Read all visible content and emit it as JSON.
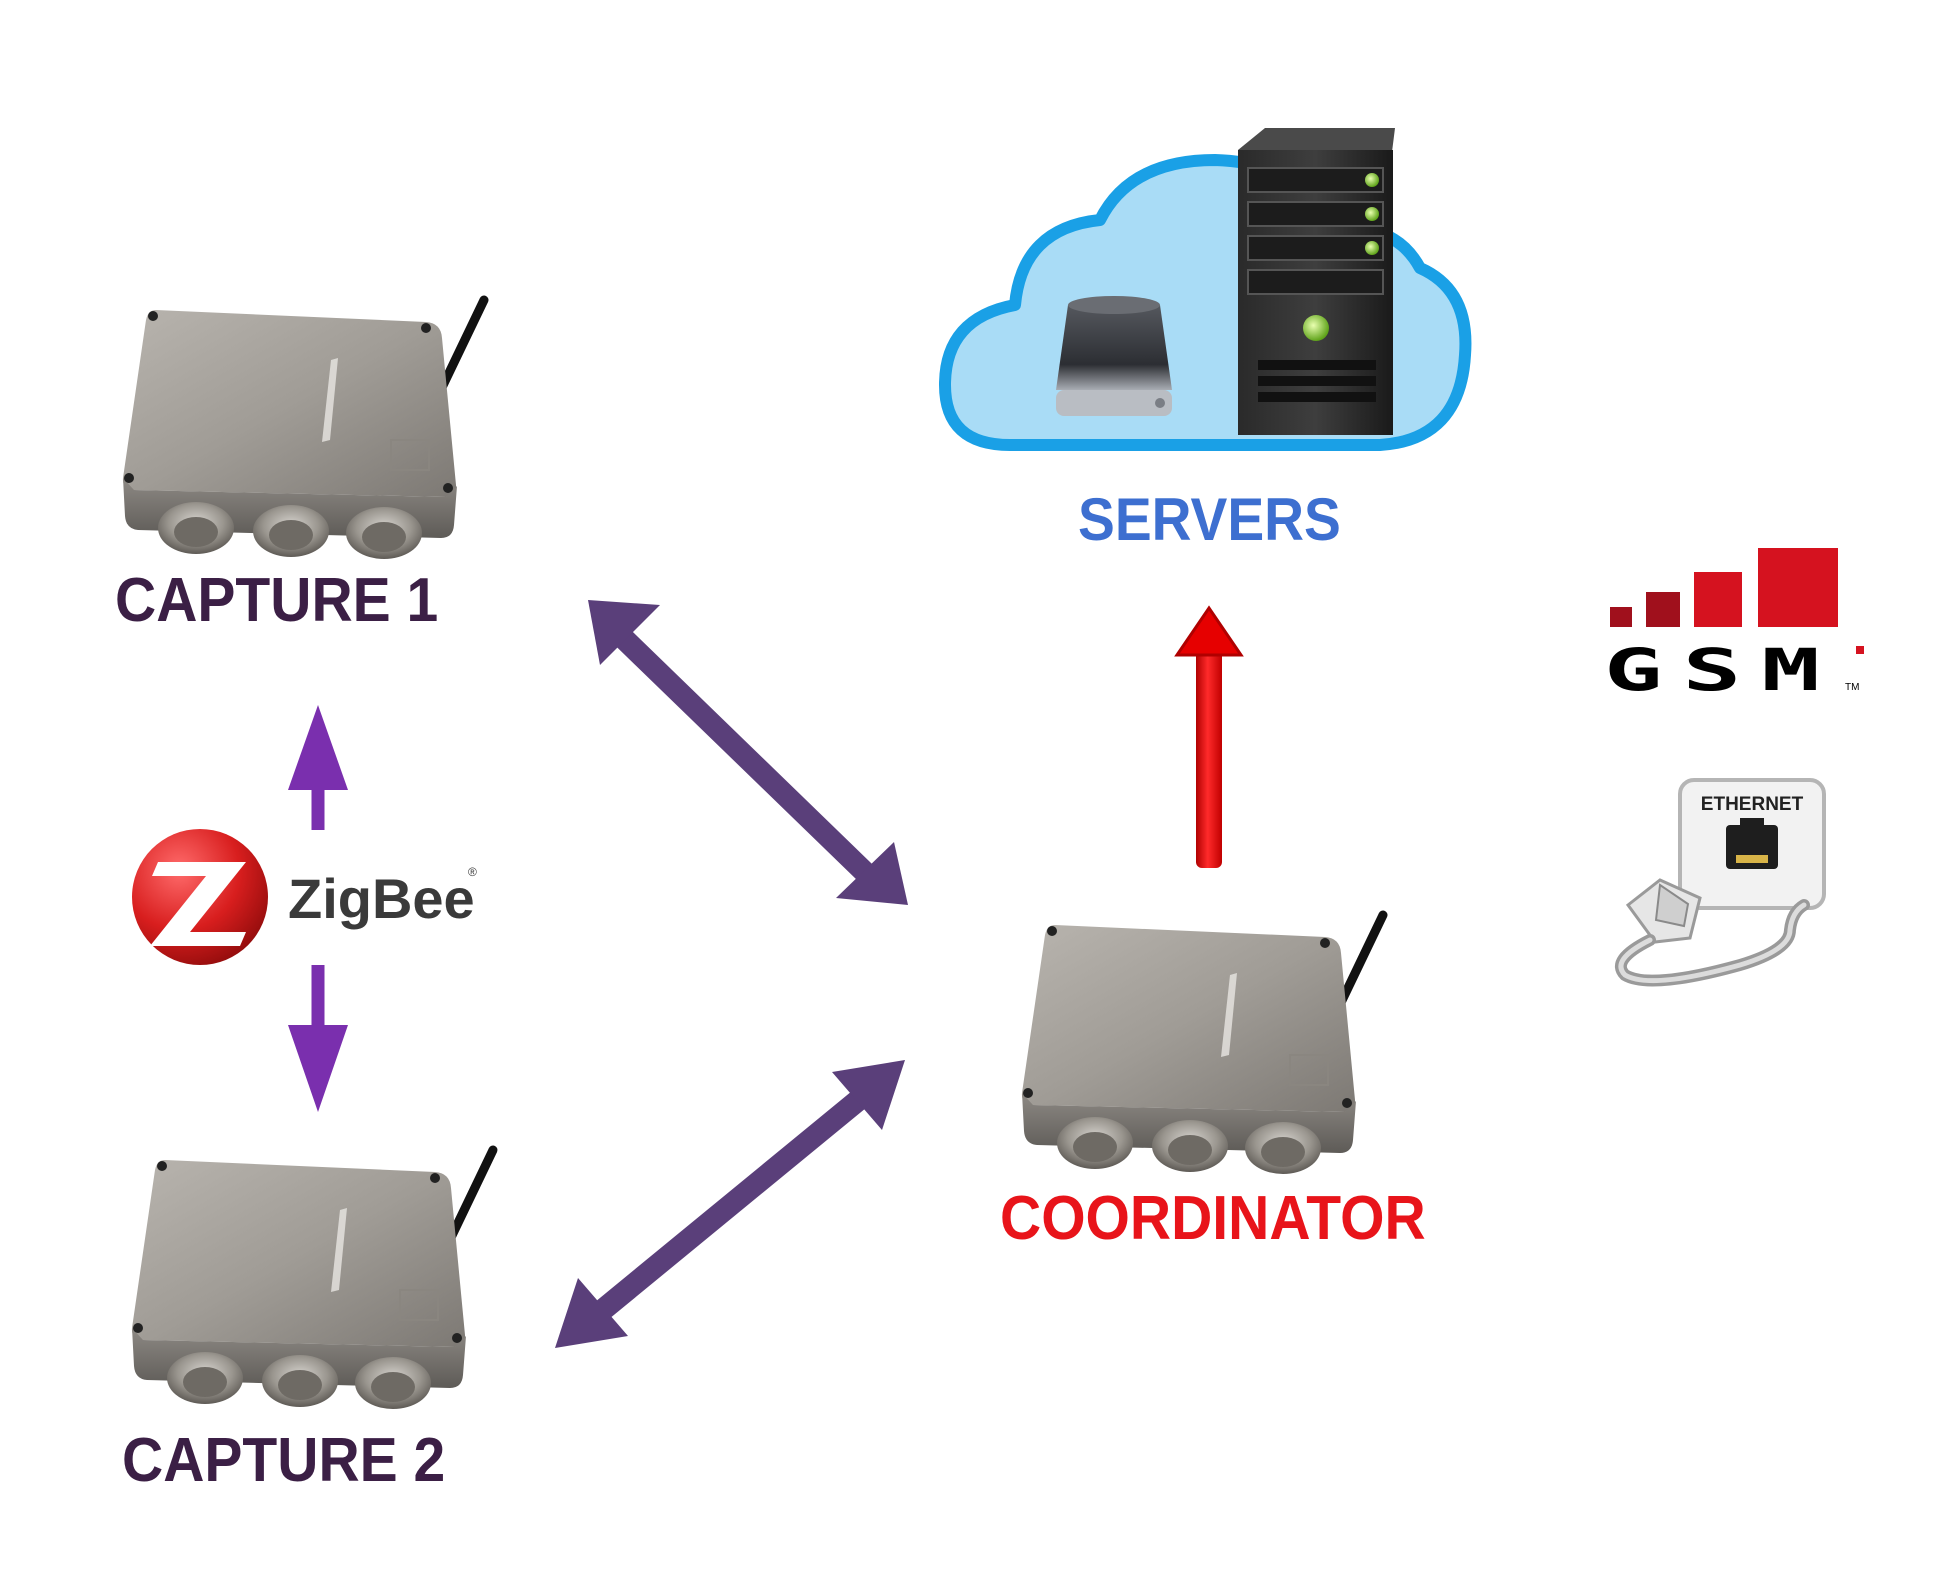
{
  "nodes": {
    "capture1": {
      "label": "CAPTURE 1"
    },
    "capture2": {
      "label": "CAPTURE 2"
    },
    "coordinator": {
      "label": "COORDINATOR"
    },
    "servers": {
      "label": "SERVERS"
    }
  },
  "logos": {
    "zigbee": {
      "text": "ZigBee",
      "mark": "®"
    },
    "gsm": {
      "text": "GSM",
      "tm": "TM"
    },
    "ethernet": {
      "text": "ETHERNET"
    }
  },
  "colors": {
    "capture_label": "#3b1f45",
    "servers_label": "#3d6fd0",
    "coordinator_label": "#e8141a",
    "link_arrow": "#5a3f7a",
    "zigbee_arrow": "#7a2fae",
    "uplink_arrow": "#e60000",
    "cloud_fill": "#a9dcf6",
    "cloud_stroke": "#1aa0e6",
    "gsm_red": "#d5121f",
    "gsm_dark_red": "#a0101c"
  },
  "icons": [
    "junction-box-icon",
    "antenna-icon",
    "cloud-icon",
    "server-tower-icon",
    "hard-drive-icon",
    "zigbee-logo-icon",
    "gsm-logo-icon",
    "ethernet-port-icon"
  ]
}
